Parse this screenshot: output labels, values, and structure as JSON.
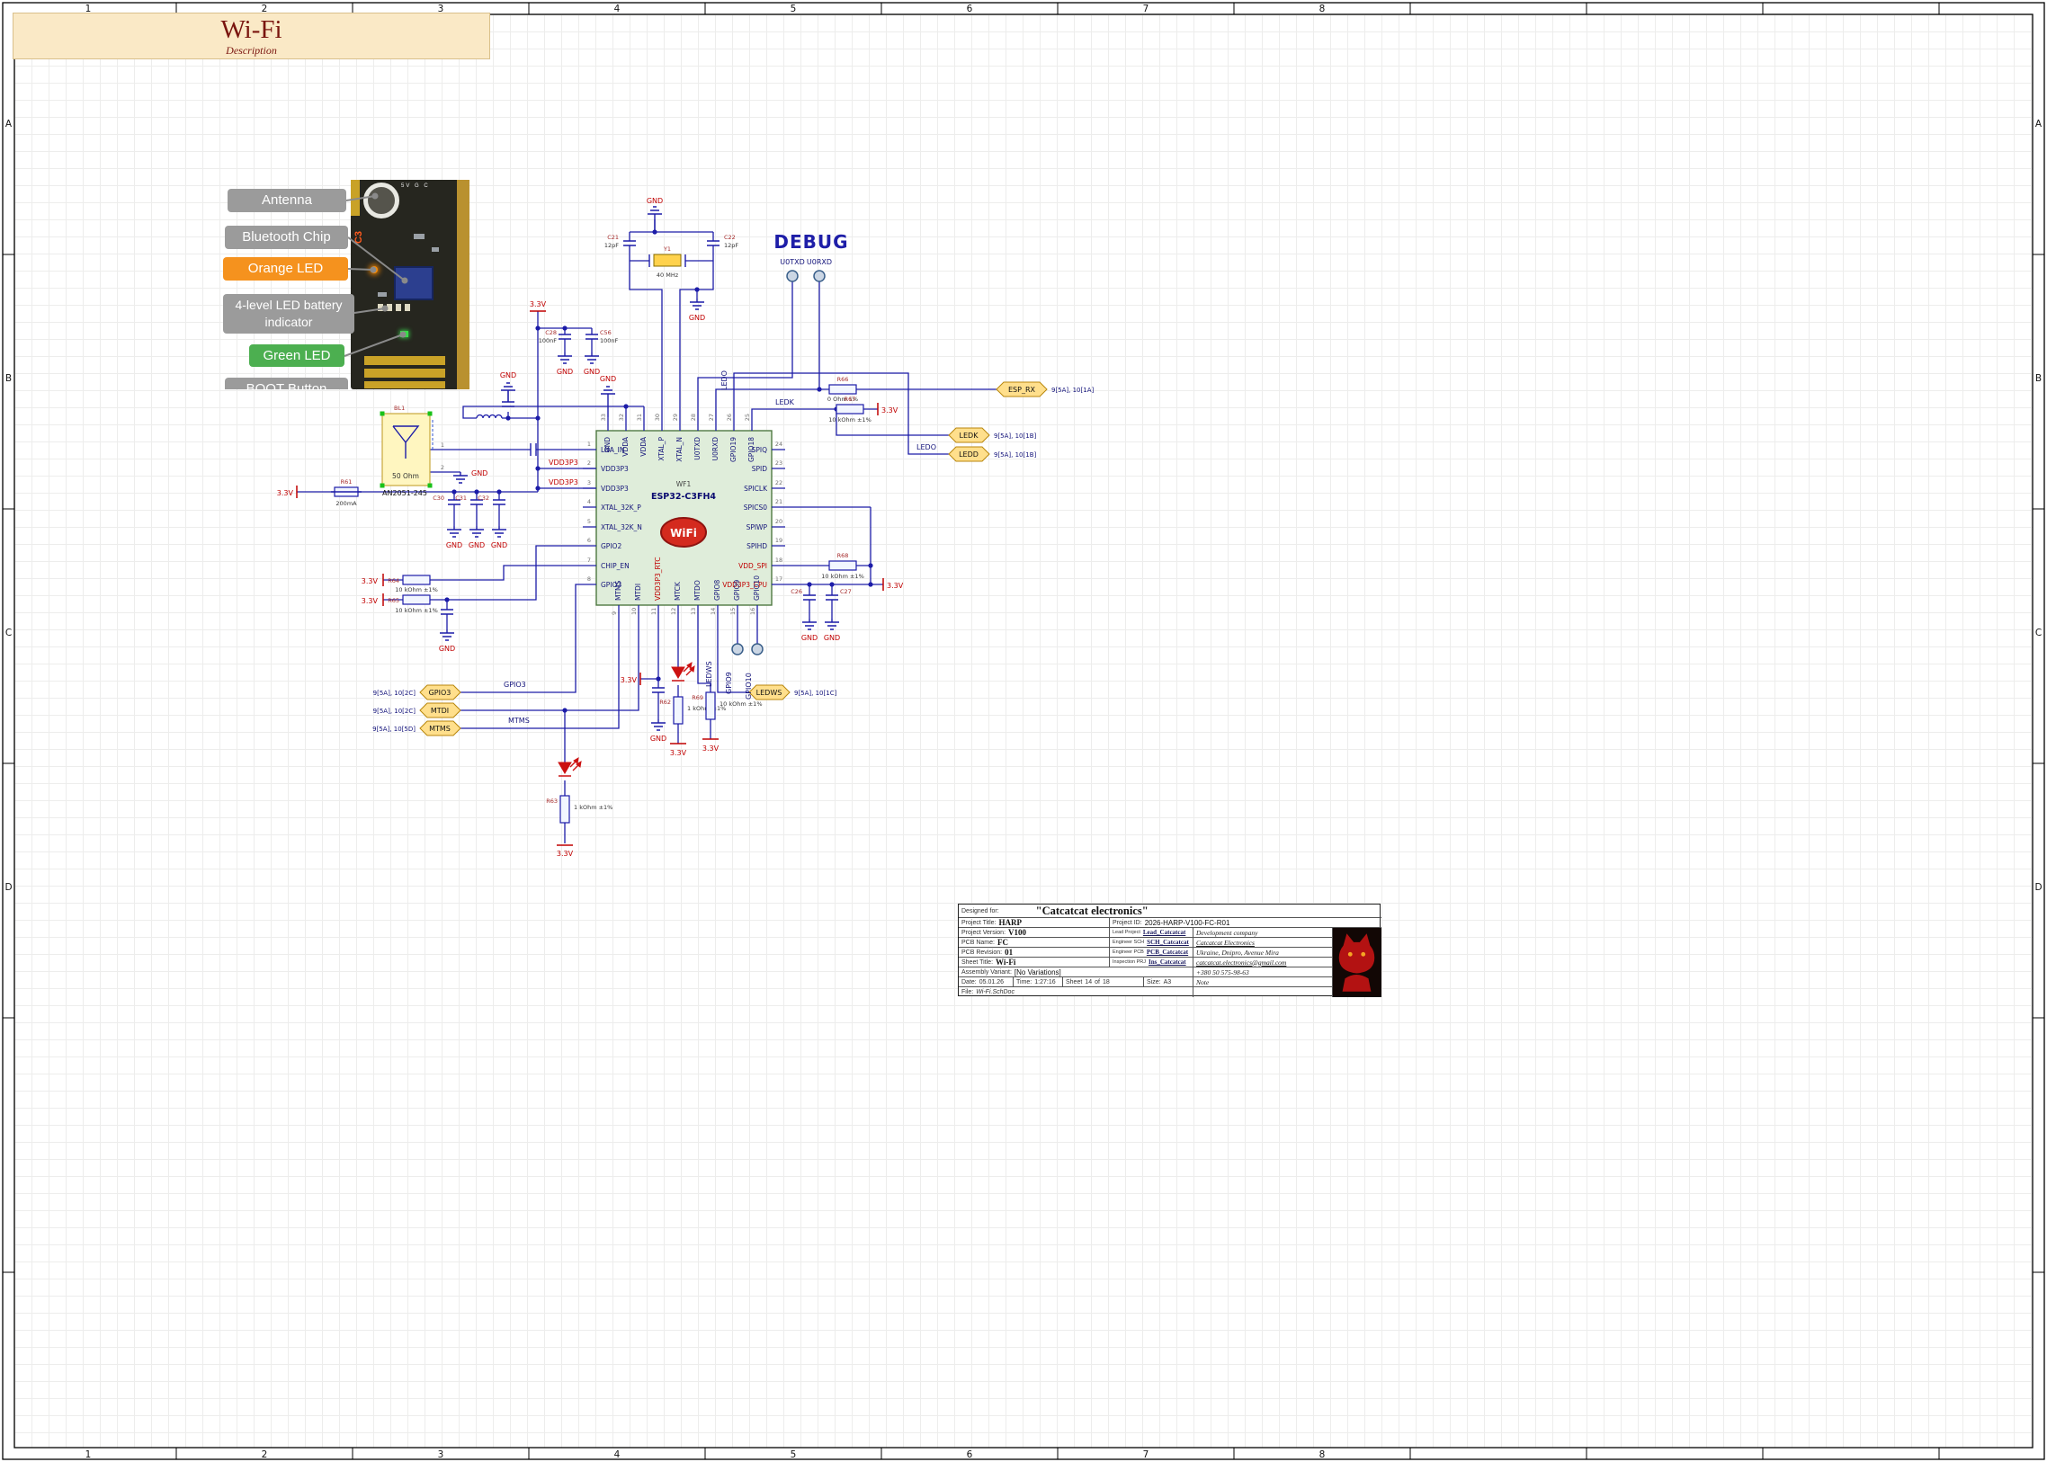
{
  "sheet": {
    "cols": [
      "1",
      "2",
      "3",
      "4",
      "5",
      "6",
      "7",
      "8"
    ],
    "rows": [
      "A",
      "B",
      "C",
      "D"
    ]
  },
  "header": {
    "title": "Wi-Fi",
    "subtitle": "Description"
  },
  "inset": {
    "callouts": {
      "antenna": "Antenna",
      "bluetooth": "Bluetooth Chip",
      "orange_led": "Orange LED",
      "battery": "4-level LED battery indicator",
      "green_led": "Green LED",
      "boot": "BOOT Button"
    },
    "photo": {
      "silk1": "C3",
      "silk2": "5V G C"
    }
  },
  "debug": {
    "title": "DEBUG",
    "tp1": "U0TXD",
    "tp2": "U0RXD"
  },
  "chip": {
    "designator": "WF1",
    "part": "ESP32-C3FH4",
    "logo": "WiFi",
    "left_pins": [
      {
        "n": "1",
        "name": "LNA_IN"
      },
      {
        "n": "2",
        "name": "VDD3P3"
      },
      {
        "n": "3",
        "name": "VDD3P3"
      },
      {
        "n": "4",
        "name": "XTAL_32K_P"
      },
      {
        "n": "5",
        "name": "XTAL_32K_N"
      },
      {
        "n": "6",
        "name": "GPIO2"
      },
      {
        "n": "7",
        "name": "CHIP_EN"
      },
      {
        "n": "8",
        "name": "GPIO3"
      }
    ],
    "bottom_pins": [
      {
        "n": "9",
        "name": "MTMS"
      },
      {
        "n": "10",
        "name": "MTDI"
      },
      {
        "n": "11",
        "name": "VDD3P3_RTC"
      },
      {
        "n": "12",
        "name": "MTCK"
      },
      {
        "n": "13",
        "name": "MTDO"
      },
      {
        "n": "14",
        "name": "GPIO8"
      },
      {
        "n": "15",
        "name": "GPIO9"
      },
      {
        "n": "16",
        "name": "GPIO10"
      }
    ],
    "right_pins": [
      {
        "n": "24",
        "name": "SPIQ"
      },
      {
        "n": "23",
        "name": "SPID"
      },
      {
        "n": "22",
        "name": "SPICLK"
      },
      {
        "n": "21",
        "name": "SPICS0"
      },
      {
        "n": "20",
        "name": "SPIWP"
      },
      {
        "n": "19",
        "name": "SPIHD"
      },
      {
        "n": "18",
        "name": "VDD_SPI"
      },
      {
        "n": "17",
        "name": "VDD3P3_CPU"
      }
    ],
    "top_pins": [
      {
        "n": "33",
        "name": "GND"
      },
      {
        "n": "32",
        "name": "VDDA"
      },
      {
        "n": "31",
        "name": "VDDA"
      },
      {
        "n": "30",
        "name": "XTAL_P"
      },
      {
        "n": "29",
        "name": "XTAL_N"
      },
      {
        "n": "28",
        "name": "U0TXD"
      },
      {
        "n": "27",
        "name": "U0RXD"
      },
      {
        "n": "26",
        "name": "GPIO19"
      },
      {
        "n": "25",
        "name": "GPIO18"
      }
    ]
  },
  "ports": {
    "esp_rx": {
      "label": "ESP_RX",
      "ref": "9[5A], 10[1A]"
    },
    "ledk": {
      "label": "LEDK",
      "ref": "9[5A], 10[1B]"
    },
    "ledd": {
      "label": "LEDD",
      "ref": "9[5A], 10[1B]"
    },
    "gpio3": {
      "label": "GPIO3",
      "ref": "9[5A], 10[2C]"
    },
    "mtdi": {
      "label": "MTDI",
      "ref": "9[5A], 10[2C]"
    },
    "mtms": {
      "label": "MTMS",
      "ref": "9[5A], 10[5D]"
    },
    "ledws": {
      "label": "LEDWS",
      "ref": "9[5A], 10[1C]"
    }
  },
  "nets": {
    "ledk": "LEDK",
    "ledo": "LEDO",
    "ledws": "LEDWS",
    "gpio3": "GPIO3",
    "mtms": "MTMS",
    "gpio9": "GPIO9",
    "gpio10": "GPIO10",
    "vdd3p3": "VDD3P3"
  },
  "power": {
    "v33": "3.3V",
    "gnd": "GND"
  },
  "antenna": {
    "ref": "BL1",
    "p1": "1",
    "p2": "2",
    "z": "50 Ohm",
    "part": "AN2051-245"
  },
  "parts": {
    "r66": {
      "ref": "R66",
      "val": "0 Ohm 1%"
    },
    "r67": {
      "ref": "R67",
      "val": "10 kOhm ±1%"
    },
    "r68": {
      "ref": "R68",
      "val": "10 kOhm ±1%"
    },
    "r64": {
      "ref": "R64",
      "val": "10 kOhm ±1%"
    },
    "r65": {
      "ref": "R65",
      "val": "10 kOhm ±1%"
    },
    "r62": {
      "ref": "R62",
      "val": "1 kOhm ±1%"
    },
    "r63": {
      "ref": "R63",
      "val": "1 kOhm ±1%"
    },
    "r69": {
      "ref": "R69",
      "val": "10 kOhm ±1%"
    },
    "fuse": {
      "ref": "R61",
      "val": "200mA"
    },
    "xtal": {
      "ref": "Y1",
      "val": "40 MHz"
    },
    "c21": {
      "ref": "C21",
      "val": "12pF"
    },
    "c22": {
      "ref": "C22",
      "val": "12pF"
    },
    "c28": {
      "ref": "C28",
      "val": "100nF"
    },
    "c56": {
      "ref": "C56",
      "val": "100nF"
    },
    "c26": {
      "ref": "C26"
    },
    "c27": {
      "ref": "C27"
    },
    "c30": {
      "ref": "C30"
    },
    "c31": {
      "ref": "C31"
    },
    "c32": {
      "ref": "C32"
    }
  },
  "titleblock": {
    "designed_for_label": "Designed for:",
    "designed_for": "\"Catcatcat electronics\"",
    "project_title_label": "Project Title:",
    "project_title": "HARP",
    "project_id_label": "Project ID:",
    "project_id": "2026-HARP-V100-FC-R01",
    "version_label": "Project Version:",
    "version": "V100",
    "pcb_name_label": "PCB Name:",
    "pcb_name": "FC",
    "pcb_rev_label": "PCB Revision:",
    "pcb_rev": "01",
    "sheet_title_label": "Sheet Title:",
    "sheet_title": "Wi-Fi",
    "variant_label": "Assembly Variant:",
    "variant": "[No Variations]",
    "date_label": "Date:",
    "date": "05.01.26",
    "time_label": "Time:",
    "time": "1:27:16",
    "sheet_label": "Sheet",
    "sheet_no": "14",
    "of_label": "of",
    "sheet_total": "18",
    "size_label": "Size:",
    "size": "A3",
    "file_label": "File:",
    "file": "Wi-Fi.SchDoc",
    "lead_label": "Lead Project",
    "lead": "Lead_Catcatcat",
    "sch_label": "Engineer SCH",
    "sch": "SCH_Catcatcat",
    "pcb_label": "Engineer PCB",
    "pcb": "PCB_Catcatcat",
    "insp_label": "Inspection PRJ",
    "insp": "Ins_Catcatcat",
    "company_header": "Development company",
    "company": "Catcatcat Electronics",
    "address": "Ukraine, Dnipro, Avenue Mira",
    "email": "catcatcat.electronics@gmail.com",
    "phone": "+380 50 575-98-63",
    "note": "Note"
  }
}
